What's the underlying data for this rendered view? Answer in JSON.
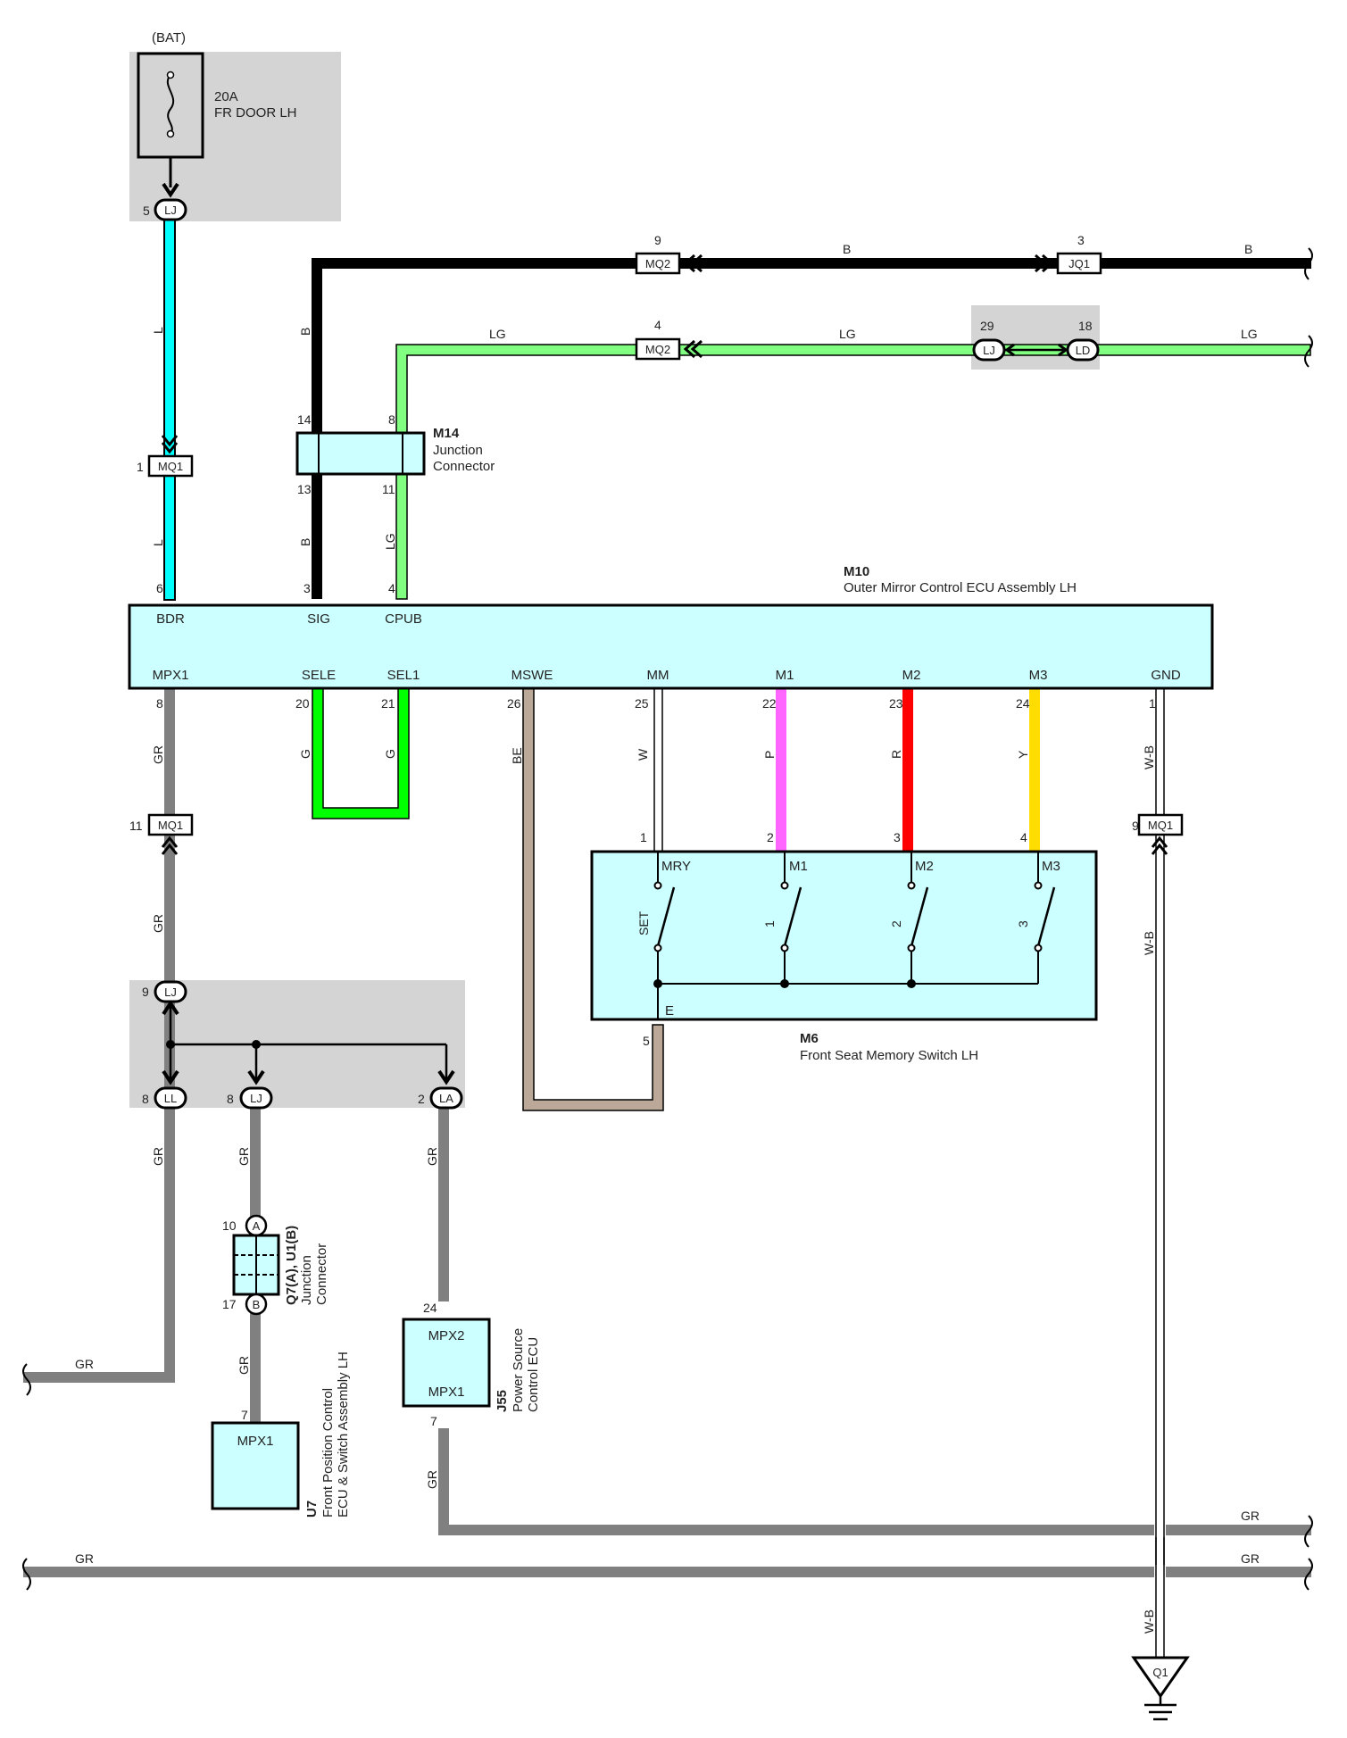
{
  "colors": {
    "L": "#00ffff",
    "B": "#000000",
    "LG": "#80ff80",
    "G": "#00ff00",
    "GR": "#808080",
    "BE": "#bba898",
    "W": "#ffffff",
    "P": "#ff66ff",
    "R": "#ff0000",
    "Y": "#ffdd00",
    "W-B": "#ffffff",
    "component_fill": "#ccffff",
    "block_fill": "#d4d4d4"
  },
  "fuse": {
    "source": "(BAT)",
    "amp": "20A",
    "name": "FR DOOR LH"
  },
  "wire_colors": {
    "L": "L",
    "B": "B",
    "LG": "LG",
    "G": "G",
    "GR": "GR",
    "BE": "BE",
    "W": "W",
    "P": "P",
    "R": "R",
    "Y": "Y",
    "WB": "W-B"
  },
  "connectors": {
    "LJ": "LJ",
    "LD": "LD",
    "LL": "LL",
    "LA": "LA",
    "MQ1": "MQ1",
    "MQ2": "MQ2",
    "JQ1": "JQ1",
    "Q1": "Q1",
    "A": "A",
    "B": "B"
  },
  "pins": {
    "p1": "1",
    "p2": "2",
    "p3": "3",
    "p4": "4",
    "p5": "5",
    "p6": "6",
    "p7": "7",
    "p8": "8",
    "p9": "9",
    "p10": "10",
    "p11": "11",
    "p13": "13",
    "p14": "14",
    "p17": "17",
    "p18": "18",
    "p20": "20",
    "p21": "21",
    "p22": "22",
    "p23": "23",
    "p24": "24",
    "p25": "25",
    "p26": "26",
    "p29": "29"
  },
  "m14": {
    "id": "M14",
    "line1": "Junction",
    "line2": "Connector"
  },
  "m10": {
    "id": "M10",
    "name": "Outer Mirror Control ECU Assembly LH",
    "terminals_top": [
      "BDR",
      "SIG",
      "CPUB"
    ],
    "terminals_bottom": [
      "MPX1",
      "SELE",
      "SEL1",
      "MSWE",
      "MM",
      "M1",
      "M2",
      "M3",
      "GND"
    ]
  },
  "m6": {
    "id": "M6",
    "name": "Front Seat Memory Switch LH",
    "terminals": [
      "MRY",
      "M1",
      "M2",
      "M3"
    ],
    "switches": [
      "SET",
      "1",
      "2",
      "3"
    ],
    "ground_terminal": "E"
  },
  "q7": {
    "id": "Q7(A), U1(B)",
    "line1": "Junction",
    "line2": "Connector"
  },
  "u7": {
    "id": "U7",
    "line1": "Front Position Control",
    "line2": "ECU & Switch Assembly LH",
    "terminal": "MPX1"
  },
  "j55": {
    "id": "J55",
    "line1": "Power Source",
    "line2": "Control ECU",
    "terminal_top": "MPX2",
    "terminal_bottom": "MPX1"
  }
}
